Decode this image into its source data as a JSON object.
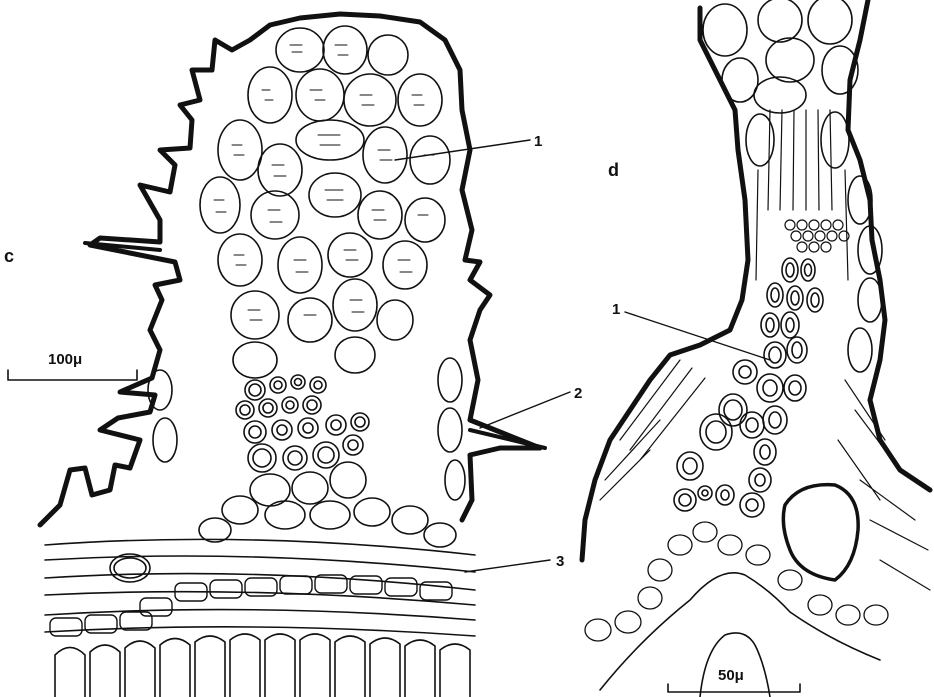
{
  "panels": [
    {
      "letter": "c",
      "scale_label": "100μ",
      "callouts": [
        "1",
        "2",
        "3"
      ]
    },
    {
      "letter": "d",
      "scale_label": "50μ",
      "callouts": [
        "1"
      ]
    }
  ],
  "colors": {
    "ink": "#111111",
    "paper": "#ffffff"
  }
}
